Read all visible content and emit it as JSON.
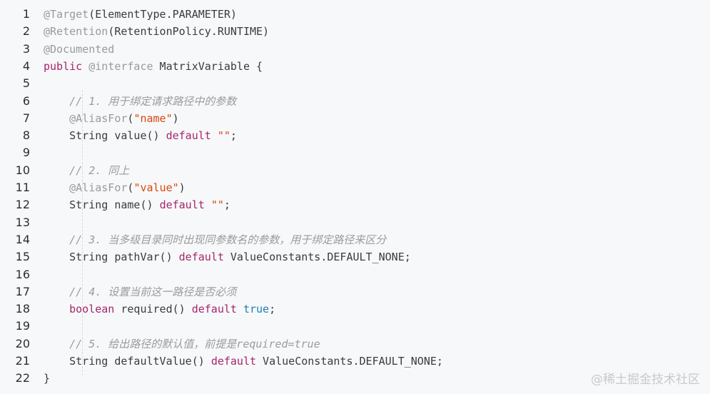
{
  "lines": [
    {
      "n": "1",
      "t": [
        {
          "c": "ann",
          "s": "@Target"
        },
        {
          "c": "plain",
          "s": "(ElementType.PARAMETER)"
        }
      ]
    },
    {
      "n": "2",
      "t": [
        {
          "c": "ann",
          "s": "@Retention"
        },
        {
          "c": "plain",
          "s": "(RetentionPolicy.RUNTIME)"
        }
      ]
    },
    {
      "n": "3",
      "t": [
        {
          "c": "ann",
          "s": "@Documented"
        }
      ]
    },
    {
      "n": "4",
      "t": [
        {
          "c": "kw",
          "s": "public"
        },
        {
          "c": "plain",
          "s": " "
        },
        {
          "c": "ann",
          "s": "@interface"
        },
        {
          "c": "plain",
          "s": " MatrixVariable {"
        }
      ]
    },
    {
      "n": "5",
      "t": []
    },
    {
      "n": "6",
      "t": [
        {
          "c": "plain",
          "s": "    "
        },
        {
          "c": "com",
          "s": "// 1. 用于绑定请求路径中的参数"
        }
      ]
    },
    {
      "n": "7",
      "t": [
        {
          "c": "plain",
          "s": "    "
        },
        {
          "c": "ann",
          "s": "@AliasFor"
        },
        {
          "c": "plain",
          "s": "("
        },
        {
          "c": "str",
          "s": "\"name\""
        },
        {
          "c": "plain",
          "s": ")"
        }
      ]
    },
    {
      "n": "8",
      "t": [
        {
          "c": "plain",
          "s": "    String value() "
        },
        {
          "c": "kw",
          "s": "default"
        },
        {
          "c": "plain",
          "s": " "
        },
        {
          "c": "str",
          "s": "\"\""
        },
        {
          "c": "plain",
          "s": ";"
        }
      ]
    },
    {
      "n": "9",
      "t": []
    },
    {
      "n": "10",
      "t": [
        {
          "c": "plain",
          "s": "    "
        },
        {
          "c": "com",
          "s": "// 2. 同上"
        }
      ]
    },
    {
      "n": "11",
      "t": [
        {
          "c": "plain",
          "s": "    "
        },
        {
          "c": "ann",
          "s": "@AliasFor"
        },
        {
          "c": "plain",
          "s": "("
        },
        {
          "c": "str",
          "s": "\"value\""
        },
        {
          "c": "plain",
          "s": ")"
        }
      ]
    },
    {
      "n": "12",
      "t": [
        {
          "c": "plain",
          "s": "    String name() "
        },
        {
          "c": "kw",
          "s": "default"
        },
        {
          "c": "plain",
          "s": " "
        },
        {
          "c": "str",
          "s": "\"\""
        },
        {
          "c": "plain",
          "s": ";"
        }
      ]
    },
    {
      "n": "13",
      "t": []
    },
    {
      "n": "14",
      "t": [
        {
          "c": "plain",
          "s": "    "
        },
        {
          "c": "com",
          "s": "// 3. 当多级目录同时出现同参数名的参数，用于绑定路径来区分"
        }
      ]
    },
    {
      "n": "15",
      "t": [
        {
          "c": "plain",
          "s": "    String pathVar() "
        },
        {
          "c": "kw",
          "s": "default"
        },
        {
          "c": "plain",
          "s": " ValueConstants.DEFAULT_NONE;"
        }
      ]
    },
    {
      "n": "16",
      "t": []
    },
    {
      "n": "17",
      "t": [
        {
          "c": "plain",
          "s": "    "
        },
        {
          "c": "com",
          "s": "// 4. 设置当前这一路径是否必须"
        }
      ]
    },
    {
      "n": "18",
      "t": [
        {
          "c": "plain",
          "s": "    "
        },
        {
          "c": "kw",
          "s": "boolean"
        },
        {
          "c": "plain",
          "s": " required() "
        },
        {
          "c": "kw",
          "s": "default"
        },
        {
          "c": "plain",
          "s": " "
        },
        {
          "c": "bool",
          "s": "true"
        },
        {
          "c": "plain",
          "s": ";"
        }
      ]
    },
    {
      "n": "19",
      "t": []
    },
    {
      "n": "20",
      "t": [
        {
          "c": "plain",
          "s": "    "
        },
        {
          "c": "com",
          "s": "// 5. 给出路径的默认值，前提是required=true"
        }
      ]
    },
    {
      "n": "21",
      "t": [
        {
          "c": "plain",
          "s": "    String defaultValue() "
        },
        {
          "c": "kw",
          "s": "default"
        },
        {
          "c": "plain",
          "s": " ValueConstants.DEFAULT_NONE;"
        }
      ]
    },
    {
      "n": "22",
      "t": [
        {
          "c": "plain",
          "s": "}"
        }
      ]
    }
  ],
  "watermark": "@稀土掘金技术社区",
  "colors": {
    "background": "#f7f8fa",
    "annotation": "#9a9a9a",
    "keyword": "#a6266a",
    "string": "#d9480f",
    "boolean": "#1f7fb3",
    "comment": "#9b9b9b"
  }
}
